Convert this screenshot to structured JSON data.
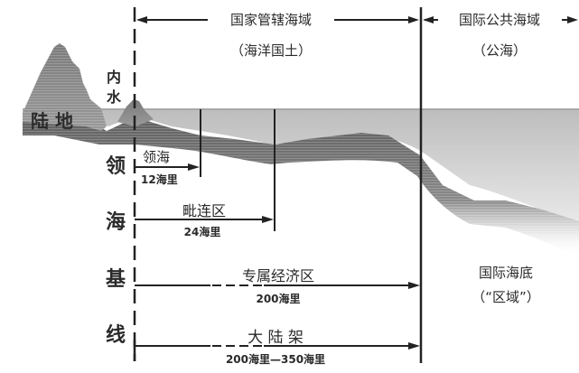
{
  "header": {
    "national_waters": "国家管辖海域",
    "national_waters_sub": "（海洋国土）",
    "high_seas": "国际公共海域",
    "high_seas_sub": "（公海）"
  },
  "land": {
    "land_label": "陆 地",
    "internal_waters_1": "内",
    "internal_waters_2": "水"
  },
  "baseline": {
    "chars": [
      "领",
      "海",
      "基",
      "线"
    ]
  },
  "zones": [
    {
      "name": "领海",
      "distance": "12海里"
    },
    {
      "name": "毗连区",
      "distance": "24海里"
    },
    {
      "name": "专属经济区",
      "distance": "200海里"
    },
    {
      "name": "大 陆 架",
      "distance": "200海里—350海里"
    }
  ],
  "seabed": {
    "label": "国际海底",
    "sub": "（“区域”）"
  },
  "colors": {
    "line": "#222222",
    "sea": "#c8c8c8",
    "rock": "#6e6e6e"
  }
}
